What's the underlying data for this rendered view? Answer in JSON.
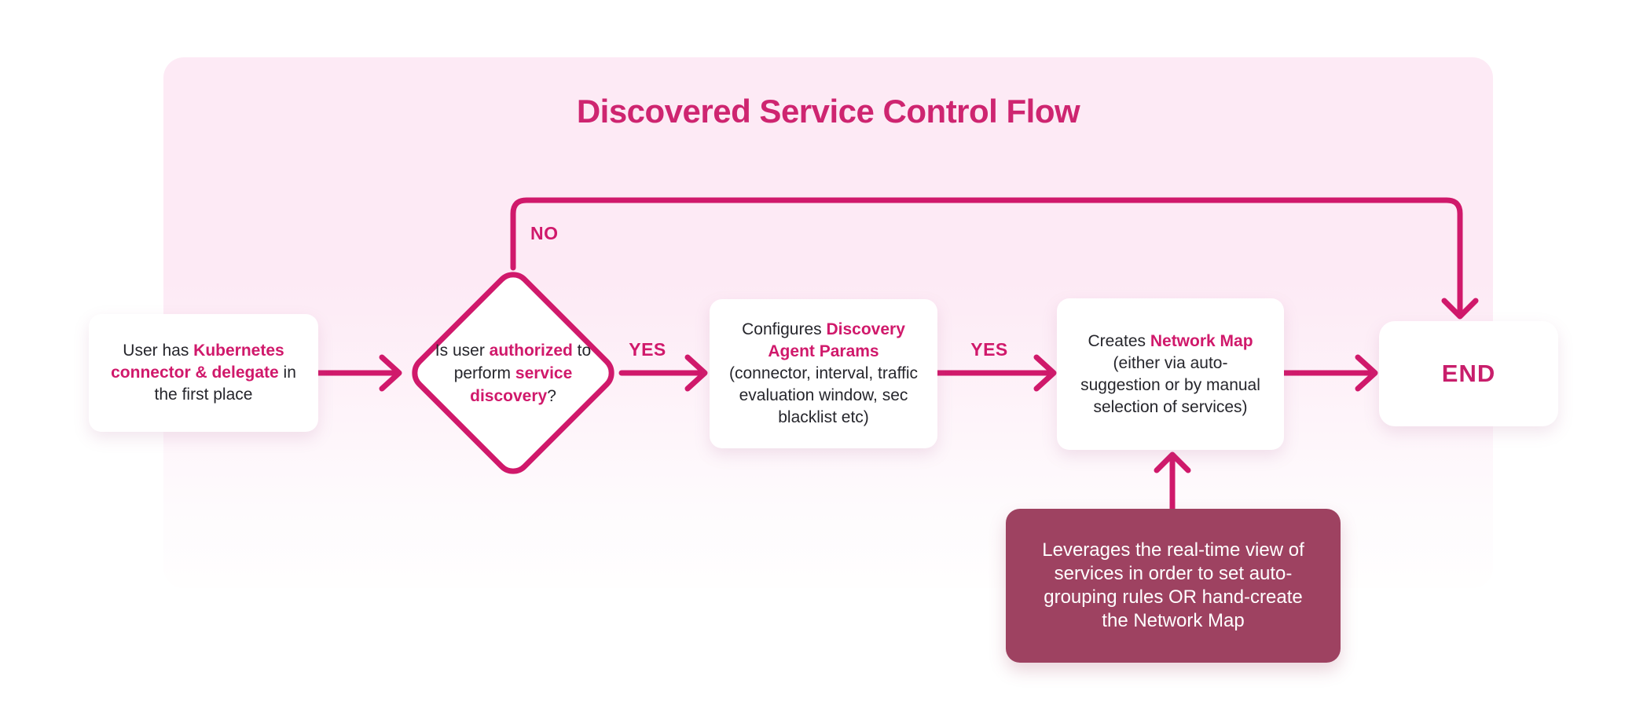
{
  "title": "Discovered Service Control Flow",
  "colors": {
    "accent": "#d0196b",
    "title": "#ce2570",
    "container_background_top": "#fdeaf5",
    "container_background_bottom": "#fffefe",
    "note_background": "#9e4261",
    "node_background": "#ffffff",
    "body_text": "#26262c",
    "note_text": "#ffffff"
  },
  "nodes": {
    "start": {
      "segments": [
        {
          "t": "User has ",
          "h": false
        },
        {
          "t": "Kubernetes connector & delegate",
          "h": true
        },
        {
          "t": " in the first place",
          "h": false
        }
      ]
    },
    "decision": {
      "segments": [
        {
          "t": "Is user ",
          "h": false
        },
        {
          "t": "authorized",
          "h": true
        },
        {
          "t": " to perform ",
          "h": false
        },
        {
          "t": "service discovery",
          "h": true
        },
        {
          "t": "?",
          "h": false
        }
      ]
    },
    "configure": {
      "segments": [
        {
          "t": "Configures ",
          "h": false
        },
        {
          "t": "Discovery Agent Params",
          "h": true
        },
        {
          "t": " (connector, interval, traffic evaluation window, sec blacklist etc)",
          "h": false
        }
      ]
    },
    "create_map": {
      "segments": [
        {
          "t": "Creates ",
          "h": false
        },
        {
          "t": "Network Map",
          "h": true
        },
        {
          "t": " (either via auto-suggestion or by manual selection of services)",
          "h": false
        }
      ]
    },
    "end": {
      "label": "END"
    },
    "note": {
      "text": "Leverages the real-time view of services in order to set auto-grouping rules OR hand-create the Network Map"
    }
  },
  "edges": {
    "no_label": "NO",
    "yes_label_1": "YES",
    "yes_label_2": "YES"
  }
}
